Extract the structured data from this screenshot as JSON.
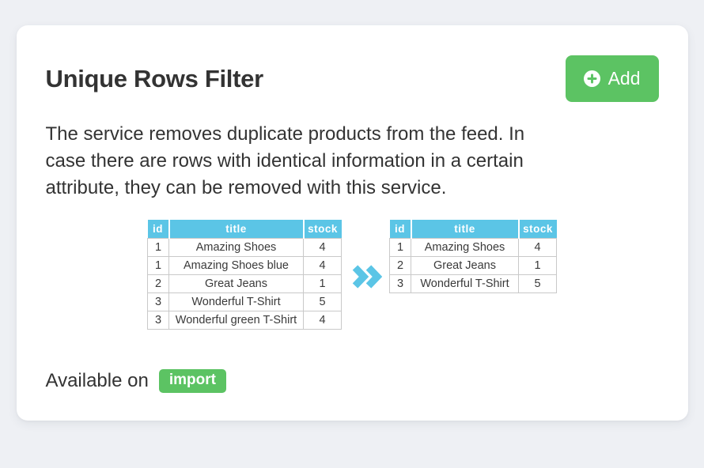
{
  "page": {
    "background_color": "#eef0f4"
  },
  "card": {
    "title": "Unique Rows Filter",
    "add_button": {
      "label": "Add",
      "icon": "plus-circle-icon",
      "color": "#5cc363"
    },
    "description_lines": [
      "The service removes duplicate products from the feed. In",
      "case there are rows with identical information in a certain",
      "attribute, they can be removed with this service."
    ],
    "illustration": {
      "header_color": "#5bc5e6",
      "arrow_icon": "double-chevron-right-icon",
      "arrow_color": "#5bc5e6",
      "before_table": {
        "headers": [
          "id",
          "title",
          "stock"
        ],
        "rows": [
          [
            "1",
            "Amazing Shoes",
            "4"
          ],
          [
            "1",
            "Amazing Shoes blue",
            "4"
          ],
          [
            "2",
            "Great Jeans",
            "1"
          ],
          [
            "3",
            "Wonderful T-Shirt",
            "5"
          ],
          [
            "3",
            "Wonderful green T-Shirt",
            "4"
          ]
        ]
      },
      "after_table": {
        "headers": [
          "id",
          "title",
          "stock"
        ],
        "rows": [
          [
            "1",
            "Amazing Shoes",
            "4"
          ],
          [
            "2",
            "Great Jeans",
            "1"
          ],
          [
            "3",
            "Wonderful T-Shirt",
            "5"
          ]
        ]
      }
    },
    "footer": {
      "available_text": "Available on",
      "badge_label": "import",
      "badge_color": "#5cc363"
    }
  }
}
